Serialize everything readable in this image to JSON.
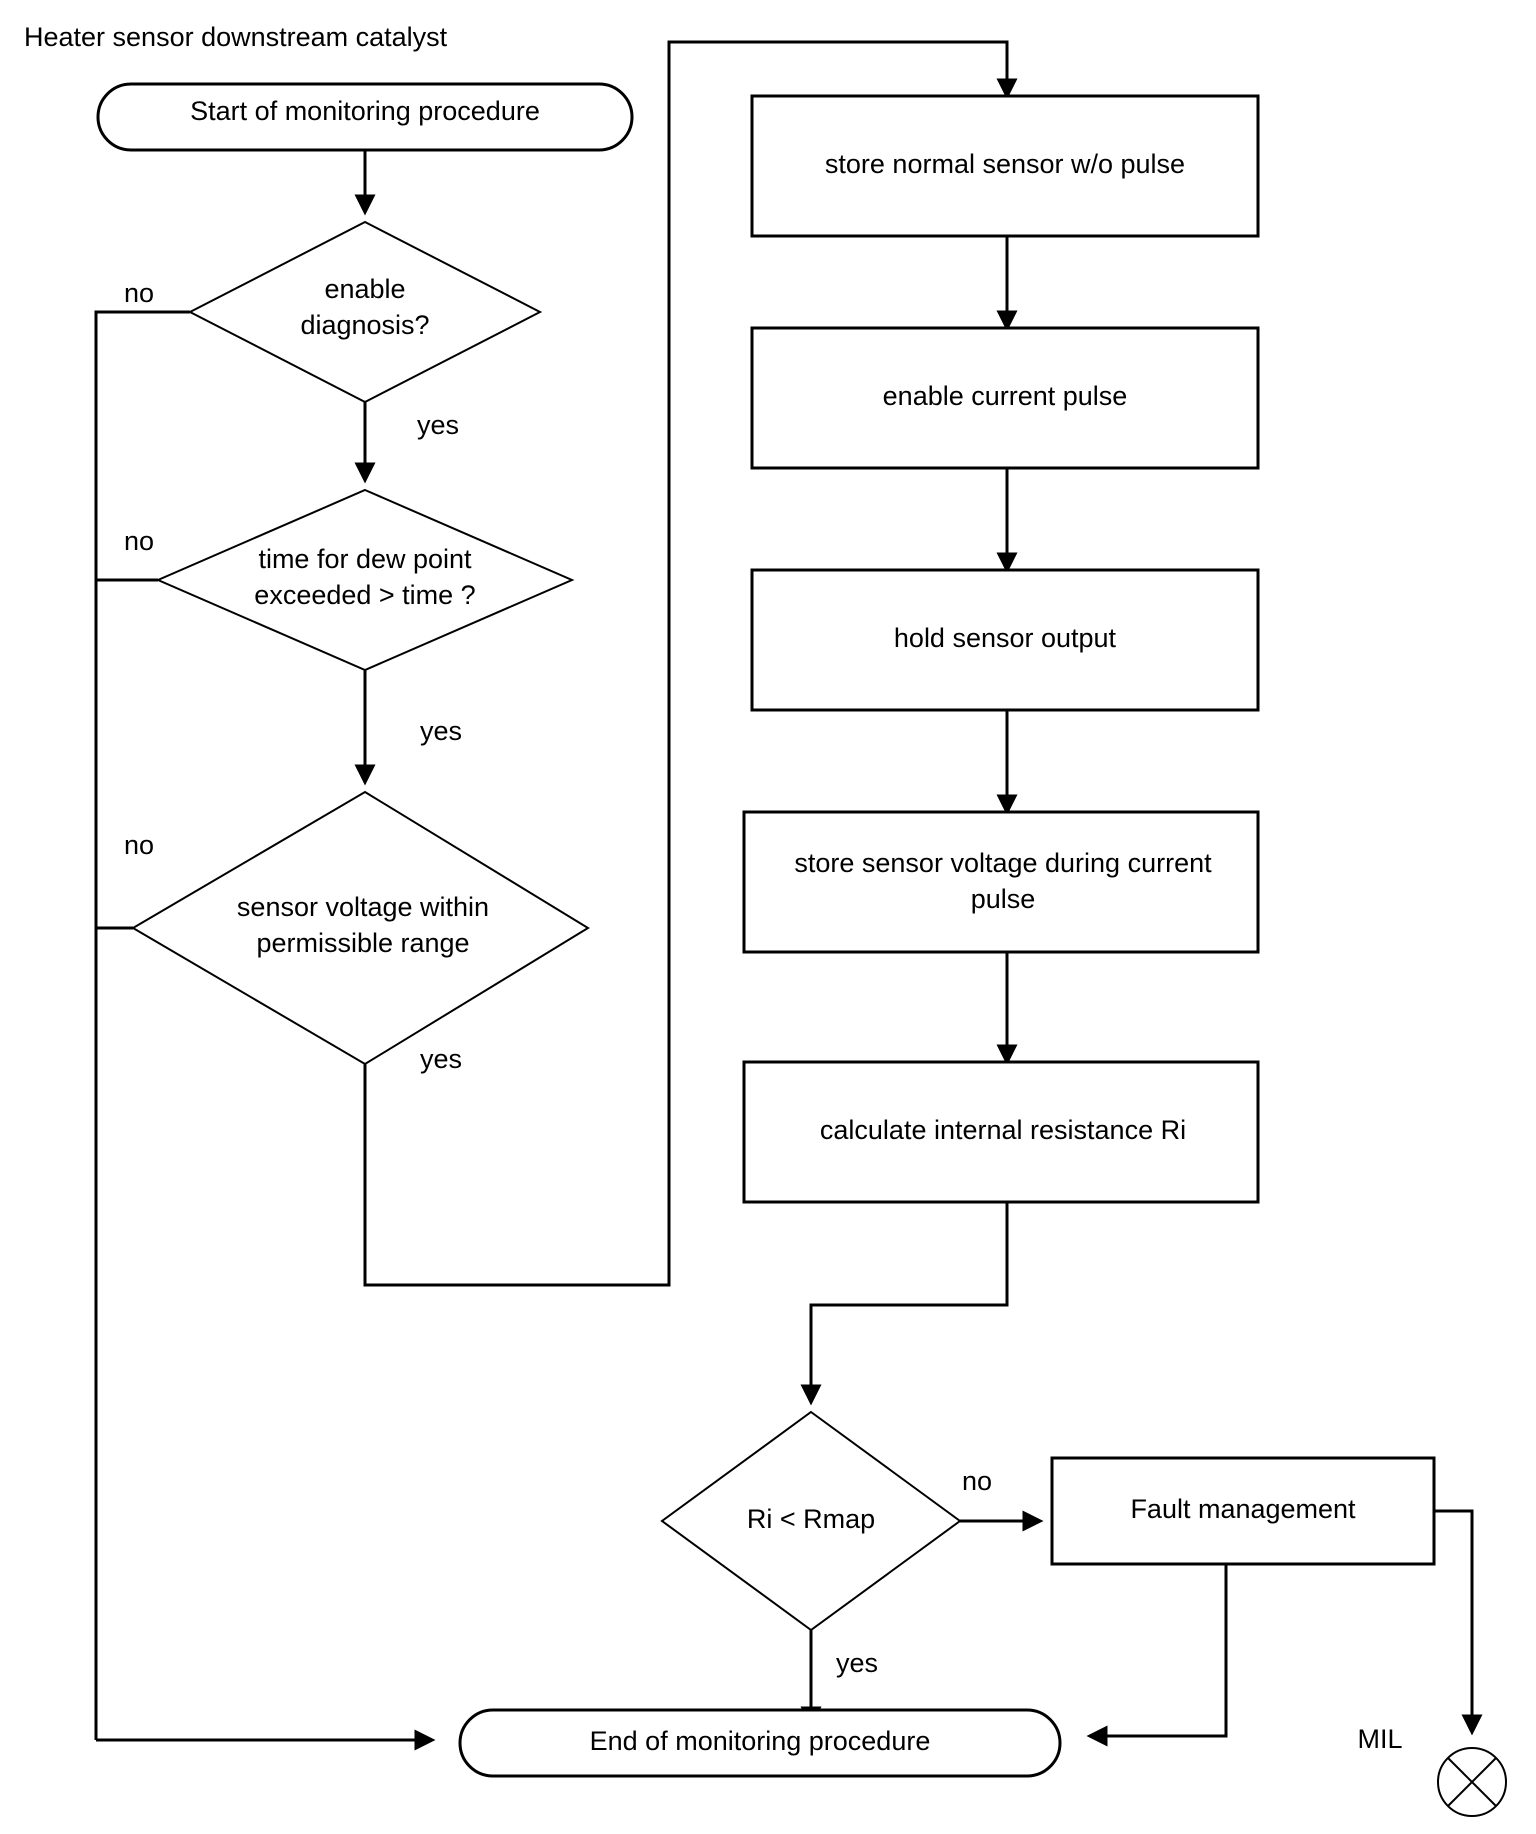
{
  "diagram": {
    "title": "Heater sensor downstream catalyst",
    "type": "flowchart",
    "nodes": [
      {
        "id": "start",
        "shape": "terminator",
        "label": "Start of monitoring procedure"
      },
      {
        "id": "d1",
        "shape": "decision",
        "label_line1": "enable",
        "label_line2": "diagnosis?"
      },
      {
        "id": "d2",
        "shape": "decision",
        "label_line1": "time for dew point",
        "label_line2": "exceeded > time ?"
      },
      {
        "id": "d3",
        "shape": "decision",
        "label_line1": "sensor voltage within",
        "label_line2": "permissible range"
      },
      {
        "id": "p1",
        "shape": "process",
        "label": "store normal sensor w/o pulse"
      },
      {
        "id": "p2",
        "shape": "process",
        "label": "enable current pulse"
      },
      {
        "id": "p3",
        "shape": "process",
        "label": "hold sensor output"
      },
      {
        "id": "p4",
        "shape": "process",
        "label_line1": "store sensor voltage during current",
        "label_line2": "pulse"
      },
      {
        "id": "p5",
        "shape": "process",
        "label": "calculate internal resistance Ri"
      },
      {
        "id": "d4",
        "shape": "decision",
        "label": "Ri < Rmap"
      },
      {
        "id": "fault",
        "shape": "process",
        "label": "Fault management"
      },
      {
        "id": "end",
        "shape": "terminator",
        "label": "End of monitoring procedure"
      },
      {
        "id": "mil",
        "shape": "lamp",
        "label": "MIL"
      }
    ],
    "edge_labels": {
      "d1_no": "no",
      "d1_yes": "yes",
      "d2_no": "no",
      "d2_yes": "yes",
      "d3_no": "no",
      "d3_yes": "yes",
      "d4_no": "no",
      "d4_yes": "yes"
    },
    "colors": {
      "stroke": "#000000",
      "fill": "#ffffff",
      "text": "#000000"
    }
  }
}
